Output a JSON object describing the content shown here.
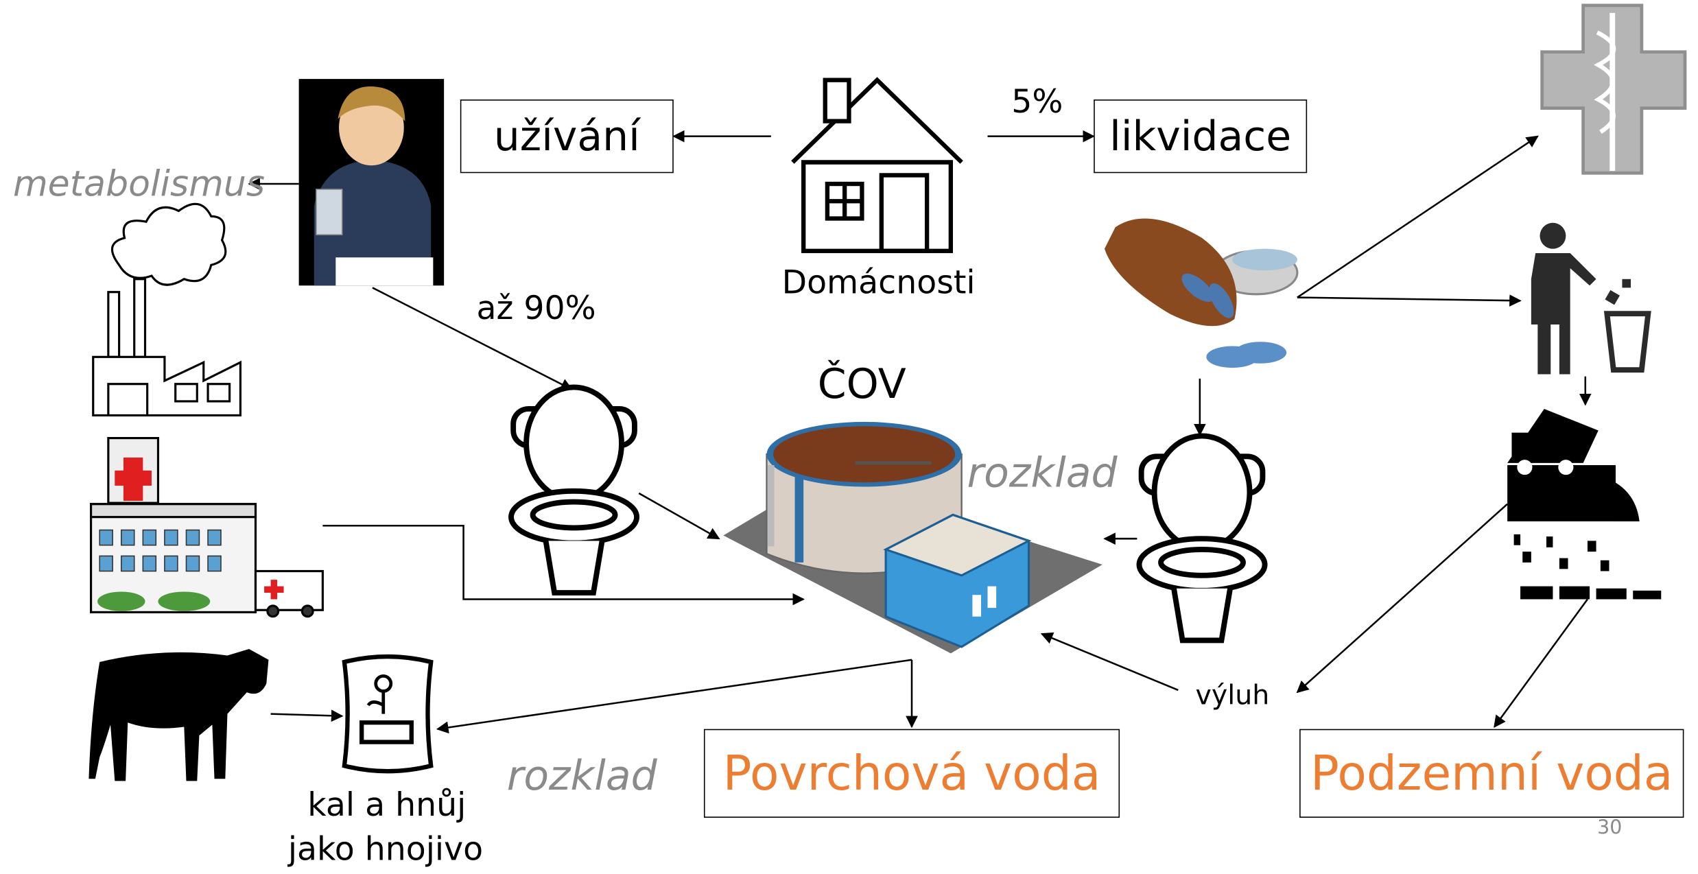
{
  "slide": {
    "page_number": "30"
  },
  "labels": {
    "uzivani": "užívání",
    "likvidace": "likvidace",
    "percent_5": "5%",
    "domacnosti": "Domácnosti",
    "metabolismus": "metabolismus",
    "az_90": "až 90%",
    "cov": "ČOV",
    "rozklad_top": "rozklad",
    "rozklad_bottom": "rozklad",
    "vyluh": "výluh",
    "kal_line1": "kal a hnůj",
    "kal_line2": "jako hnojivo",
    "povrchova_voda": "Povrchová voda",
    "podzemni_voda": "Podzemní voda"
  },
  "colors": {
    "accent_orange": "#ed7d31",
    "grey_text": "#8a8a8a",
    "hospital_cross": "#e02020",
    "cov_blue": "#3a9ad9",
    "sludge_brown": "#7a3b1c",
    "pills_blue": "#5b8fc7"
  }
}
